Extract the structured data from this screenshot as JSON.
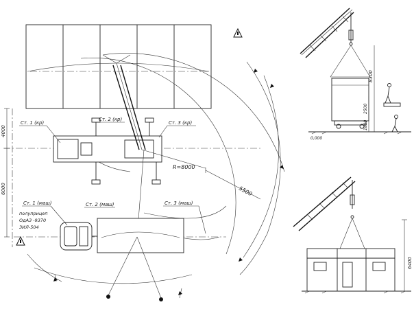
{
  "labels": {
    "st1_kr": "Ст. 1 (кр)",
    "st2_kr": "Ст. 2 (кр)",
    "st3_kr": "Ст. 3 (кр)",
    "st1_mash": "Ст. 1 (маш)",
    "st2_mash": "Ст. 2 (маш)",
    "st3_mash": "Ст. 3 (маш)",
    "radius": "R=8000",
    "dist": "5500",
    "dim_4000": "4000",
    "dim_6000": "6000",
    "dim_8300": "8300",
    "dim_2500": "2500",
    "dim_1800": "1800",
    "dim_6400": "6400",
    "trailer_1": "полуприцеп",
    "trailer_2": "ОдАЗ -9370",
    "trailer_3": "ЗИЛ-504",
    "level": "0,000"
  }
}
